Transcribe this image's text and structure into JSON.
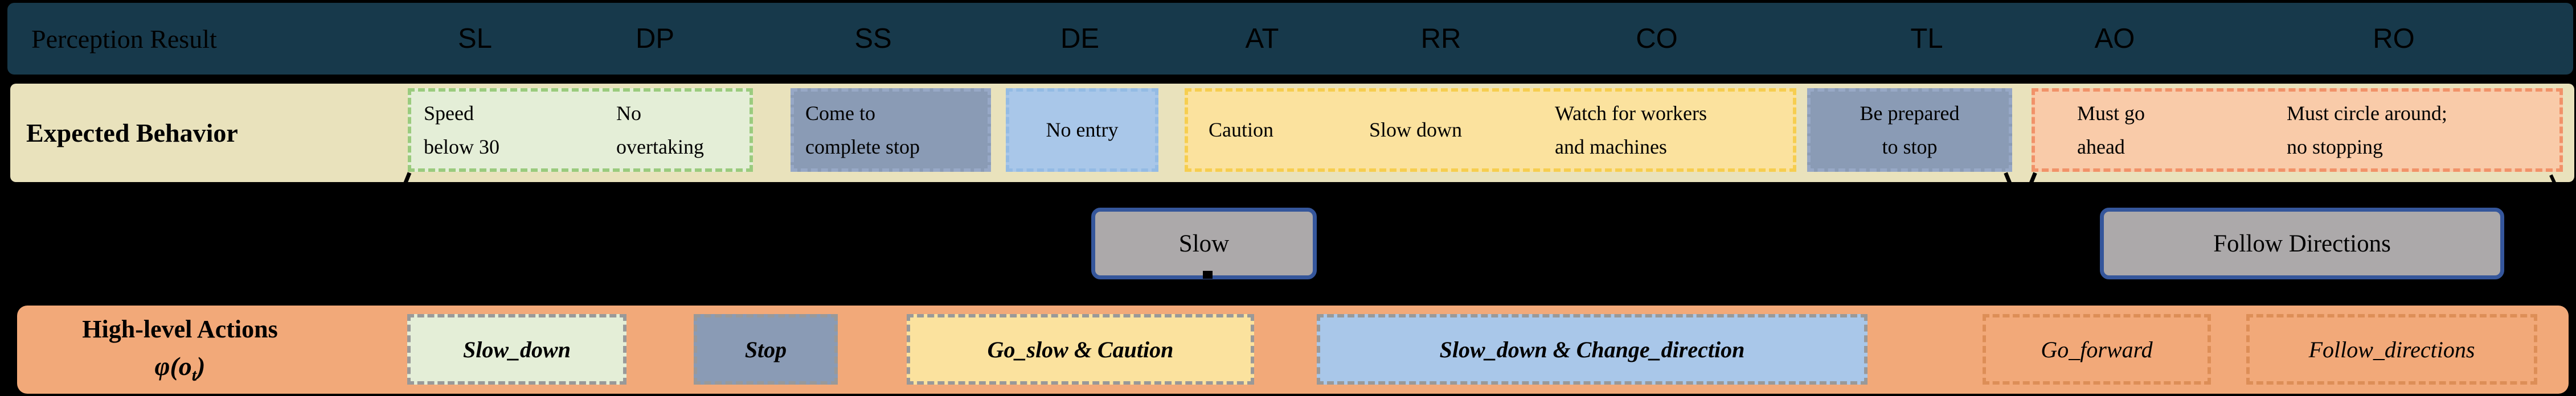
{
  "colors": {
    "background": "#000000",
    "perception_row": "#17394B",
    "behavior_row": "#E9E2BC",
    "actions_row": "#F2A979",
    "green_box_fill": "#E4EED7",
    "green_box_border": "#9ACB7E",
    "grayblue_box_fill": "#8A9BB5",
    "grayblue_box_border": "#97A8C6",
    "blue_box_fill": "#A9C7E9",
    "blue_box_border": "#94BBE4",
    "yellow_box_fill": "#FBE29E",
    "yellow_box_border": "#F6CE50",
    "peach_box_fill": "#F9CBA9",
    "peach_box_border": "#F19269",
    "button_fill": "#ACA9AA",
    "button_border": "#35569B"
  },
  "perception_row": {
    "label": "Perception Result",
    "columns": [
      "SL",
      "DP",
      "SS",
      "DE",
      "AT",
      "RR",
      "CO",
      "TL",
      "AO",
      "RO"
    ]
  },
  "behavior_row": {
    "label": "Expected Behavior",
    "sl": {
      "line1": "Speed",
      "line2": "below 30"
    },
    "dp": {
      "line1": "No",
      "line2": "overtaking"
    },
    "ss": {
      "line1": "Come to",
      "line2": "complete stop"
    },
    "de": {
      "text": "No entry"
    },
    "at": {
      "text": "Caution"
    },
    "rr": {
      "text": "Slow down"
    },
    "co": {
      "line1": "Watch for workers",
      "line2": "and machines"
    },
    "tl": {
      "line1": "Be prepared",
      "line2": "to stop"
    },
    "ao": {
      "line1": "Must go",
      "line2": "ahead"
    },
    "ro": {
      "line1": "Must circle around;",
      "line2": "no stopping"
    }
  },
  "buttons": {
    "slow": "Slow",
    "follow": "Follow Directions"
  },
  "actions_row": {
    "label": "High-level Actions",
    "formula_open": "φ(o",
    "formula_sub": "t",
    "formula_close": ")",
    "slow_down": "Slow_down",
    "stop": "Stop",
    "go_slow_caution": "Go_slow & Caution",
    "slow_down_change": "Slow_down & Change_direction",
    "go_forward": "Go_forward",
    "follow_directions": "Follow_directions"
  }
}
